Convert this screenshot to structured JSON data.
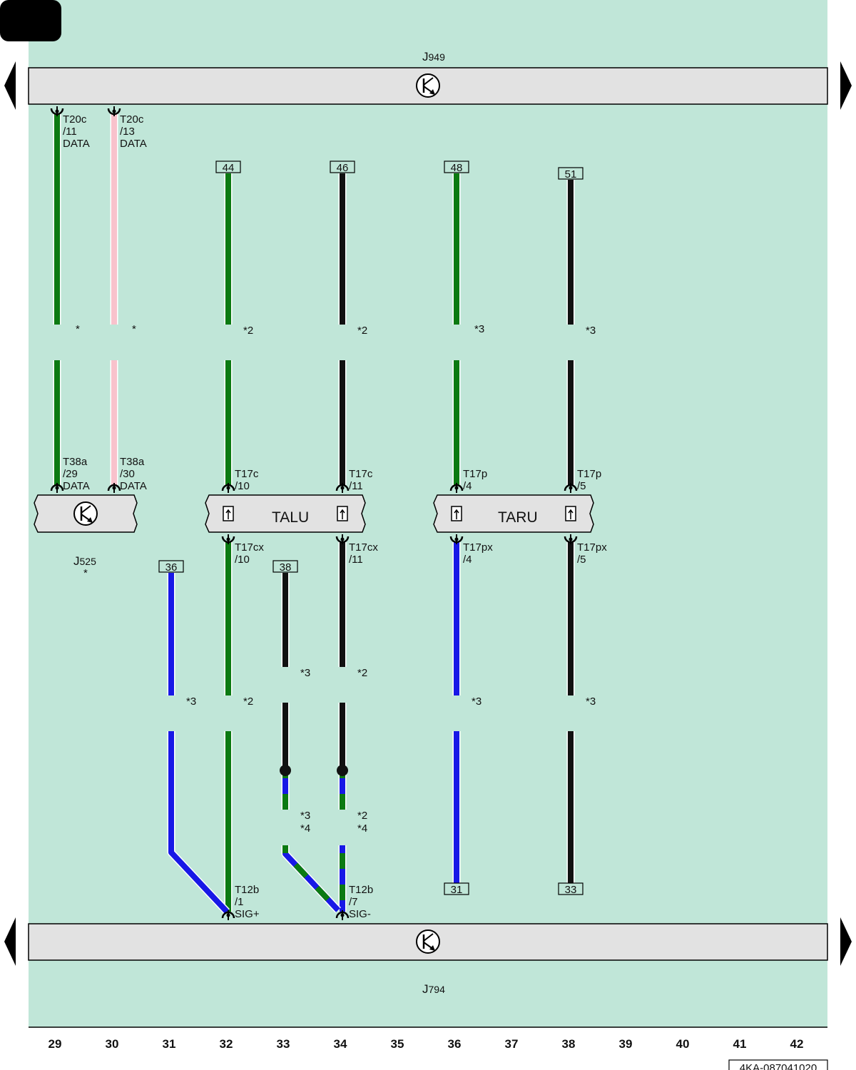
{
  "colors": {
    "background": "#c0e6d8",
    "bar": "#e2e2e2",
    "green": "#0b7a12",
    "pink": "#f8c2cc",
    "black": "#111111",
    "blue": "#1818e6"
  },
  "icons": {
    "ecu_symbol": "transistor-arrow-icon",
    "connector_pin": "connector-pin-icon",
    "junction": "splice-dot-icon",
    "prev_page": "triangle-left-icon",
    "next_page": "triangle-right-icon"
  },
  "components": {
    "top_bar": {
      "name": "J",
      "sub": "949"
    },
    "bottom_bar": {
      "name": "J",
      "sub": "794"
    },
    "j525": {
      "name": "J",
      "sub": "525",
      "note": "*"
    },
    "talu": {
      "label": "TALU"
    },
    "taru": {
      "label": "TARU"
    }
  },
  "wire_numbers": [
    "44",
    "46",
    "48",
    "51",
    "36",
    "38",
    "31",
    "33"
  ],
  "connector_labels": [
    {
      "col": 29,
      "lines": [
        "T20c",
        "/11",
        "DATA"
      ]
    },
    {
      "col": 30,
      "lines": [
        "T20c",
        "/13",
        "DATA"
      ]
    },
    {
      "col": 29,
      "lines": [
        "T38a",
        "/29",
        "DATA"
      ]
    },
    {
      "col": 30,
      "lines": [
        "T38a",
        "/30",
        "DATA"
      ]
    },
    {
      "col": 32,
      "lines": [
        "T17c",
        "/10"
      ]
    },
    {
      "col": 34,
      "lines": [
        "T17c",
        "/11"
      ]
    },
    {
      "col": 36,
      "lines": [
        "T17p",
        "/4"
      ]
    },
    {
      "col": 38,
      "lines": [
        "T17p",
        "/5"
      ]
    },
    {
      "col": 32,
      "lines": [
        "T17cx",
        "/10"
      ]
    },
    {
      "col": 34,
      "lines": [
        "T17cx",
        "/11"
      ]
    },
    {
      "col": 36,
      "lines": [
        "T17px",
        "/4"
      ]
    },
    {
      "col": 38,
      "lines": [
        "T17px",
        "/5"
      ]
    },
    {
      "col": 32,
      "lines": [
        "T12b",
        "/1",
        "SIG+"
      ]
    },
    {
      "col": 34,
      "lines": [
        "T12b",
        "/7",
        "SIG-"
      ]
    }
  ],
  "footnotes": [
    "*",
    "*",
    "*2",
    "*2",
    "*3",
    "*3",
    "*3",
    "*2",
    "*3",
    "*2",
    "*3",
    "*3",
    "*3",
    "*4",
    "*2",
    "*4"
  ],
  "columns": [
    "29",
    "30",
    "31",
    "32",
    "33",
    "34",
    "35",
    "36",
    "37",
    "38",
    "39",
    "40",
    "41",
    "42"
  ],
  "doc_code": "4KA-087041020"
}
